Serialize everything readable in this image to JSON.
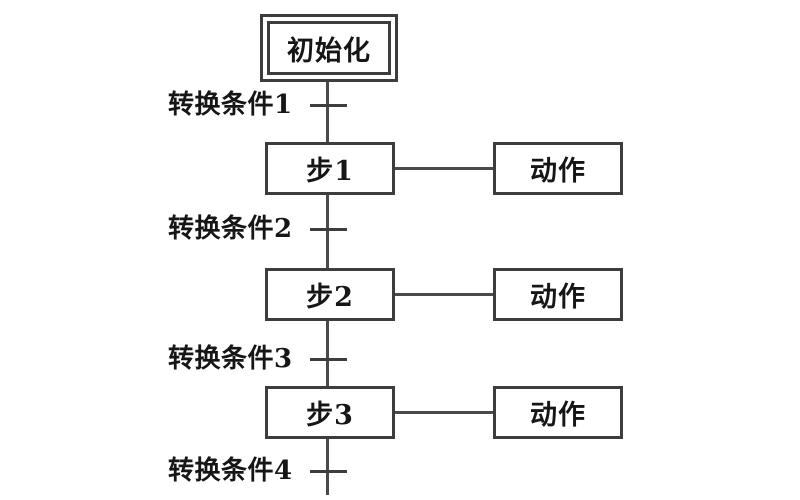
{
  "diagram": {
    "init": {
      "label": "初始化"
    },
    "transitions": [
      {
        "label": "转换条件1"
      },
      {
        "label": "转换条件2"
      },
      {
        "label": "转换条件3"
      },
      {
        "label": "转换条件4"
      }
    ],
    "steps": [
      {
        "label": "步1",
        "action": "动作"
      },
      {
        "label": "步2",
        "action": "动作"
      },
      {
        "label": "步3",
        "action": "动作"
      }
    ],
    "colors": {
      "line": "#4a4a4a",
      "border": "#3d3d3d",
      "text": "#161616",
      "background": "#ffffff"
    }
  }
}
